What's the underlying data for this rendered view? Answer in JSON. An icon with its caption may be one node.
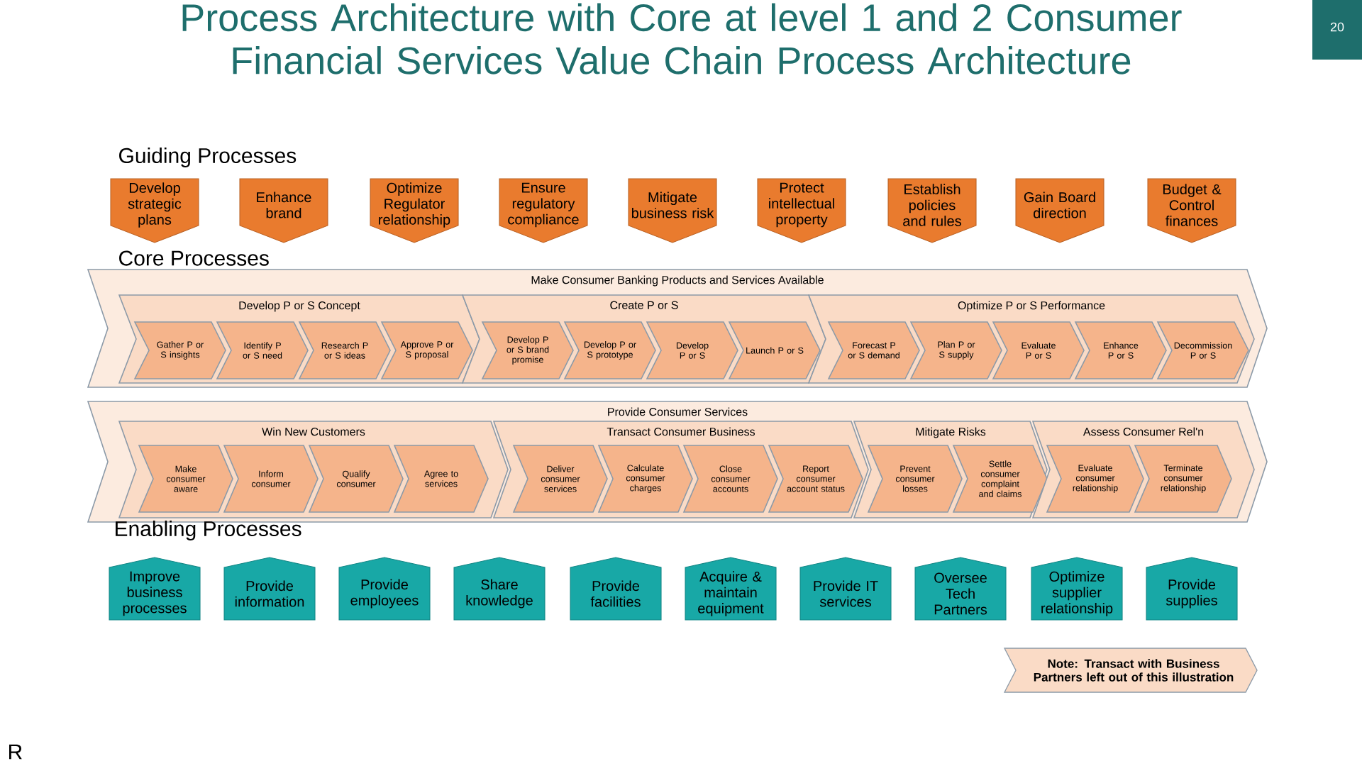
{
  "diagram": {
    "title": "Process Architecture with Core at level 1 and 2 Consumer Financial Services Value Chain Process Architecture",
    "nodes": [
      {
        "text": [
          "Develop strategic plans"
        ]
      },
      {
        "text": [
          "Enhance brand"
        ]
      },
      {
        "text": [
          "Optimize Regulator relationship"
        ]
      },
      {
        "text": [
          "Ensure regulatory compliance"
        ]
      },
      {
        "text": [
          "Mitigate business risk"
        ]
      },
      {
        "text": [
          "Protect intellectual property"
        ]
      },
      {
        "text": [
          "Establish policies and rules"
        ]
      },
      {
        "text": [
          "Gain Board direction"
        ]
      },
      {
        "text": [
          "Budget & Control finances"
        ]
      },
      {
        "text": [
          "Make Consumer Banking Products and Services Available"
        ]
      },
      {
        "text": [
          "Develop P or S Concept"
        ],
        "in": 9
      },
      {
        "text": [
          "Gather P or S insights"
        ],
        "in": 10
      },
      {
        "text": [
          "Identify P or S need"
        ],
        "in": 10
      },
      {
        "text": [
          "Research P or S ideas"
        ],
        "in": 10
      },
      {
        "text": [
          "Approve P or S proposal"
        ],
        "in": 10
      },
      {
        "text": [
          "Create P or S"
        ],
        "in": 9
      },
      {
        "text": [
          "Develop P or S brand promise"
        ],
        "in": 15
      },
      {
        "text": [
          "Develop P or S prototype"
        ],
        "in": 15
      },
      {
        "text": [
          "Develop P or S"
        ],
        "in": 15
      },
      {
        "text": [
          "Launch P or S"
        ],
        "in": 15
      },
      {
        "text": [
          "Optimize P or S Performance"
        ],
        "in": 9
      },
      {
        "text": [
          "Forecast P or S demand"
        ],
        "in": 20
      },
      {
        "text": [
          "Plan P or S supply"
        ],
        "in": 20
      },
      {
        "text": [
          "Evaluate P or S"
        ],
        "in": 20
      },
      {
        "text": [
          "Enhance P or S"
        ],
        "in": 20
      },
      {
        "text": [
          "Decommission P or S"
        ],
        "in": 20
      },
      {
        "text": [
          "Provide Consumer Services"
        ]
      },
      {
        "text": [
          "Win New Customers"
        ],
        "in": 26
      },
      {
        "text": [
          "Make consumer aware"
        ],
        "in": 27
      },
      {
        "text": [
          "Inform consumer"
        ],
        "in": 27
      },
      {
        "text": [
          "Qualify consumer"
        ],
        "in": 27
      },
      {
        "text": [
          "Agree to services"
        ],
        "in": 27
      },
      {
        "text": [
          "Transact Consumer Business"
        ],
        "in": 26
      },
      {
        "text": [
          "Deliver consumer services"
        ],
        "in": 32
      },
      {
        "text": [
          "Calculate consumer charges"
        ],
        "in": 32
      },
      {
        "text": [
          "Close consumer accounts"
        ],
        "in": 32
      },
      {
        "text": [
          "Report consumer account status"
        ],
        "in": 32
      },
      {
        "text": [
          "Mitigate Risks"
        ],
        "in": 26
      },
      {
        "text": [
          "Prevent consumer losses"
        ],
        "in": 37
      },
      {
        "text": [
          "Settle consumer complaint and claims"
        ],
        "in": 37
      },
      {
        "text": [
          "Assess Consumer Rel'n"
        ],
        "in": 26
      },
      {
        "text": [
          "Evaluate consumer relationship"
        ],
        "in": 40
      },
      {
        "text": [
          "Terminate consumer relationship"
        ],
        "in": 40
      },
      {
        "text": [
          "Improve business processes"
        ]
      },
      {
        "text": [
          "Provide information"
        ]
      },
      {
        "text": [
          "Provide employees"
        ]
      },
      {
        "text": [
          "Share knowledge"
        ]
      },
      {
        "text": [
          "Provide facilities"
        ]
      },
      {
        "text": [
          "Acquire & maintain equipment"
        ]
      },
      {
        "text": [
          "Provide IT services"
        ]
      },
      {
        "text": [
          "Oversee Tech Partners"
        ]
      },
      {
        "text": [
          "Optimize supplier relationship"
        ]
      },
      {
        "text": [
          "Provide supplies"
        ]
      },
      {
        "text": [
          "Note: Transact with Business Partners left out of this illustration"
        ]
      }
    ],
    "labels": [
      "20",
      "Guiding Processes",
      "Core Processes",
      "Enabling Processes",
      "R"
    ]
  }
}
